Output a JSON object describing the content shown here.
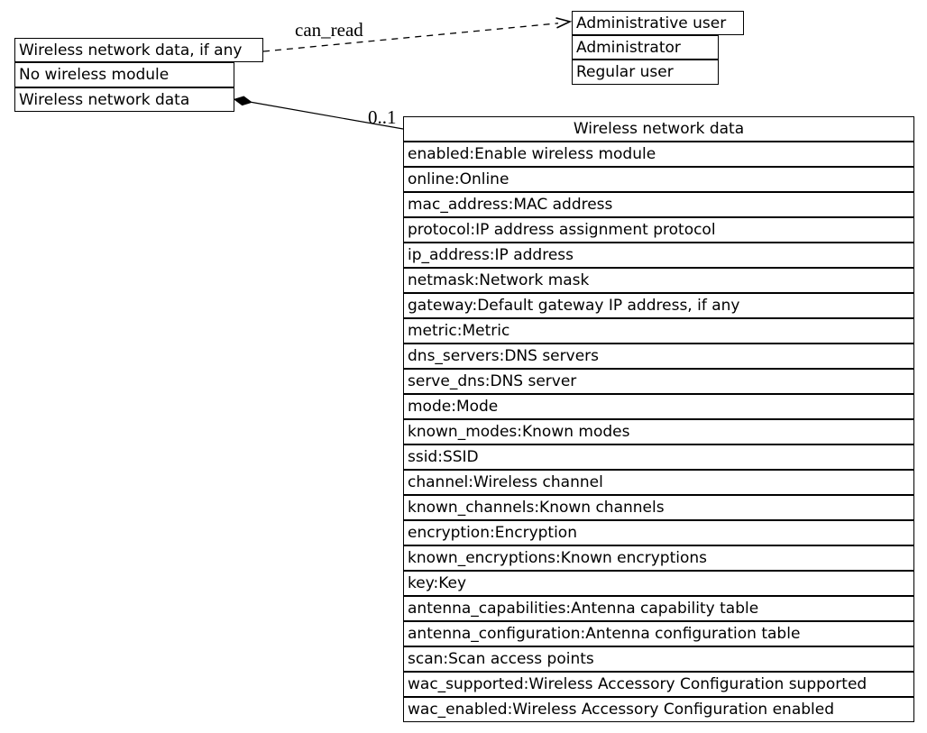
{
  "left_stack": {
    "rows": [
      "Wireless network data, if any",
      "No wireless module",
      "Wireless network data"
    ]
  },
  "right_stack": {
    "rows": [
      "Administrative user",
      "Administrator",
      "Regular user"
    ]
  },
  "edges": {
    "can_read_label": "can_read",
    "multiplicity_label": "0..1"
  },
  "class_table": {
    "title": "Wireless network data",
    "attributes": [
      "enabled:Enable wireless module",
      "online:Online",
      "mac_address:MAC address",
      "protocol:IP address assignment protocol",
      "ip_address:IP address",
      "netmask:Network mask",
      "gateway:Default gateway IP address, if any",
      "metric:Metric",
      "dns_servers:DNS servers",
      "serve_dns:DNS server",
      "mode:Mode",
      "known_modes:Known modes",
      "ssid:SSID",
      "channel:Wireless channel",
      "known_channels:Known channels",
      "encryption:Encryption",
      "known_encryptions:Known encryptions",
      "key:Key",
      "antenna_capabilities:Antenna capability table",
      "antenna_configuration:Antenna configuration table",
      "scan:Scan access points",
      "wac_supported:Wireless Accessory Configuration supported",
      "wac_enabled:Wireless Accessory Configuration enabled"
    ]
  },
  "colors": {
    "line": "#000000",
    "background": "#ffffff",
    "text": "#000000"
  }
}
